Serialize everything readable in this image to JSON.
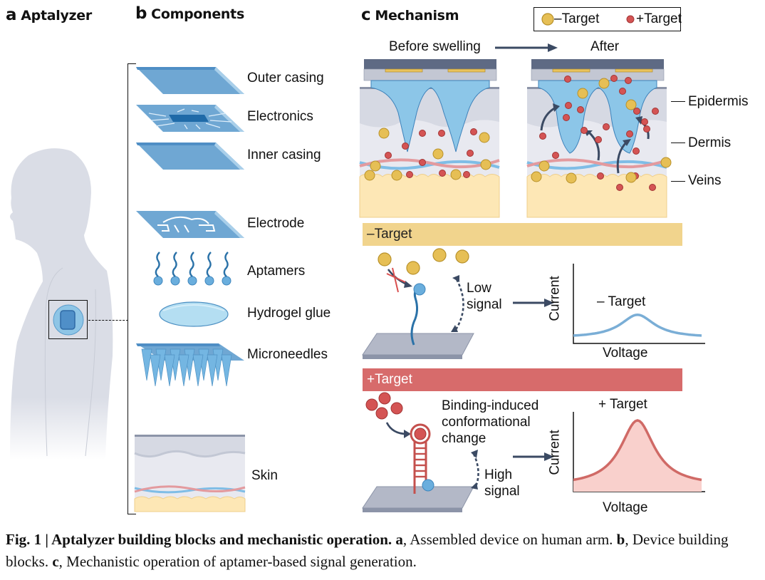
{
  "panels": {
    "a": {
      "letter": "a",
      "title": "Aptalyzer"
    },
    "b": {
      "letter": "b",
      "title": "Components"
    },
    "c": {
      "letter": "c",
      "title": "Mechanism"
    }
  },
  "legend": {
    "minus_target": {
      "label": "–Target",
      "color": "#e6bf55"
    },
    "plus_target": {
      "label": "+Target",
      "color": "#d45454"
    }
  },
  "swelling": {
    "before_label": "Before swelling",
    "after_label": "After"
  },
  "skin_layers": [
    "Epidermis",
    "Dermis",
    "Veins"
  ],
  "components": [
    {
      "id": "outer-casing",
      "label": "Outer casing"
    },
    {
      "id": "electronics",
      "label": "Electronics"
    },
    {
      "id": "inner-casing",
      "label": "Inner casing"
    },
    {
      "id": "electrode",
      "label": "Electrode"
    },
    {
      "id": "aptamers",
      "label": "Aptamers"
    },
    {
      "id": "hydrogel-glue",
      "label": "Hydrogel glue"
    },
    {
      "id": "microneedles",
      "label": "Microneedles"
    },
    {
      "id": "skin",
      "label": "Skin"
    }
  ],
  "minus_state": {
    "band_label": "–Target",
    "signal_label_1": "Low",
    "signal_label_2": "signal",
    "plot_title": "– Target",
    "ylabel": "Current",
    "xlabel": "Voltage",
    "color": "#7aaed6",
    "relative_peak": 0.35
  },
  "plus_state": {
    "band_label": "+Target",
    "binding_label_1": "Binding-induced",
    "binding_label_2": "conformational",
    "binding_label_3": "change",
    "signal_label_1": "High",
    "signal_label_2": "signal",
    "plot_title": "+ Target",
    "ylabel": "Current",
    "xlabel": "Voltage",
    "color": "#d06a66",
    "fill": "#f9d0cc",
    "relative_peak": 1.0
  },
  "caption": {
    "fig": "Fig. 1 | ",
    "title": "Aptalyzer building blocks and mechanistic operation. ",
    "a_letter": "a",
    "a_text": ", Assembled device on human arm. ",
    "b_letter": "b",
    "b_text": ", Device building blocks. ",
    "c_letter": "c",
    "c_text": ", Mechanistic operation of aptamer-based signal generation."
  }
}
